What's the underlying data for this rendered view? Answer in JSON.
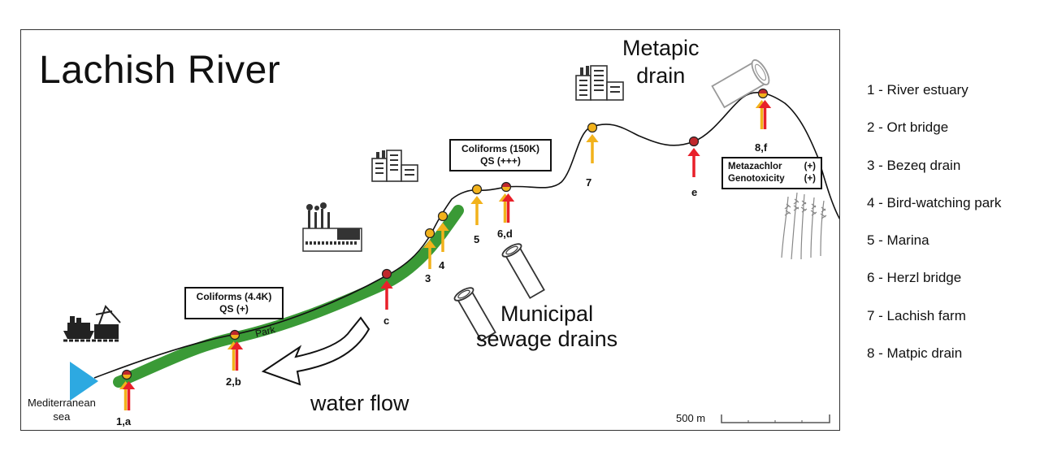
{
  "title": "Lachish River",
  "sea_label_line1": "Mediterranean",
  "sea_label_line2": "sea",
  "park_label": "Park",
  "water_flow_label": "water flow",
  "metapic_line1": "Metapic",
  "metapic_line2": "drain",
  "sewage_line1": "Municipal",
  "sewage_line2": "sewage drains",
  "scale_label": "500 m",
  "boxes": {
    "b": {
      "line1": "Coliforms (4.4K)",
      "line2": "QS (+)"
    },
    "d": {
      "line1": "Coliforms (150K)",
      "line2": "QS (+++)"
    },
    "f": {
      "row1_name": "Metazachlor",
      "row1_value": "(+)",
      "row2_name": "Genotoxicity",
      "row2_value": "(+)"
    }
  },
  "site_labels": {
    "s1a": "1,a",
    "s2b": "2,b",
    "c": "c",
    "s3": "3",
    "s4": "4",
    "s5": "5",
    "s6d": "6,d",
    "s7": "7",
    "e": "e",
    "s8f": "8,f"
  },
  "legend": [
    "1 - River estuary",
    "2 - Ort bridge",
    "3 - Bezeq drain",
    "4 - Bird-watching park",
    "5 - Marina",
    "6 - Herzl bridge",
    "7 - Lachish farm",
    "8 - Matpic drain"
  ],
  "colors": {
    "park_green": "#3a9a36",
    "river_line": "#111111",
    "sea_blue": "#2da9e1",
    "arrow_yellow": "#f2b21b",
    "arrow_red": "#e8202a",
    "site_yellow": "#f2b21b",
    "site_red": "#c0282c"
  }
}
